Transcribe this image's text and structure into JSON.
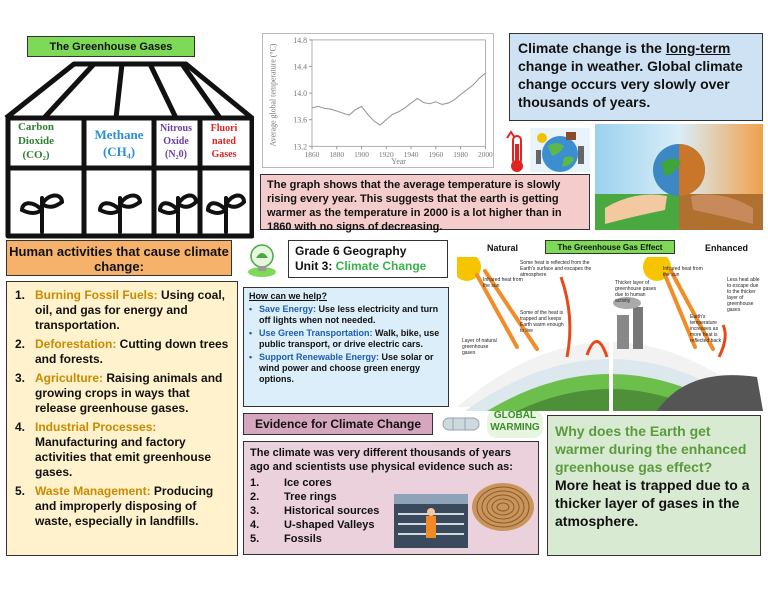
{
  "greenhouse": {
    "title": "The Greenhouse Gases",
    "gases": [
      {
        "name": "Carbon\nDioxide",
        "formula": "(CO₂)",
        "color": "#2f7d32"
      },
      {
        "name": "Methane",
        "formula": "(CH₄)",
        "color": "#2b8fd6"
      },
      {
        "name": "Nitrous\nOxide",
        "formula": "(N₂0)",
        "color": "#6a3fa0"
      },
      {
        "name": "Fluori\nnated\nGases",
        "formula": "",
        "color": "#e02424"
      }
    ]
  },
  "chart_data": {
    "type": "line",
    "ylabel": "Average global temperature (°C)",
    "xlabel": "Year",
    "xlim": [
      1860,
      2000
    ],
    "ylim": [
      13.2,
      14.8
    ],
    "x_ticks": [
      1860,
      1880,
      1900,
      1920,
      1940,
      1960,
      1980,
      2000
    ],
    "y_ticks": [
      "13.2",
      "13.6",
      "14.0",
      "14.4",
      "14.8"
    ],
    "x": [
      1860,
      1865,
      1870,
      1875,
      1880,
      1885,
      1890,
      1895,
      1900,
      1905,
      1910,
      1915,
      1920,
      1925,
      1930,
      1935,
      1940,
      1945,
      1950,
      1955,
      1960,
      1965,
      1970,
      1975,
      1980,
      1985,
      1990,
      1995,
      2000
    ],
    "y": [
      13.78,
      13.8,
      13.77,
      13.76,
      13.73,
      13.7,
      13.67,
      13.75,
      13.8,
      13.68,
      13.58,
      13.52,
      13.6,
      13.68,
      13.72,
      13.78,
      13.85,
      13.92,
      13.86,
      13.84,
      13.87,
      13.83,
      13.85,
      13.9,
      13.98,
      14.05,
      14.12,
      14.22,
      14.3
    ],
    "grid": false
  },
  "definition": {
    "part1": "Climate change is the ",
    "underlined": "long-term",
    "part2": " change in weather. Global climate change occurs very slowly over thousands of years."
  },
  "graph_note": "The graph shows that the average temperature is slowly rising every year. This suggests that the earth is getting warmer as the temperature in 2000 is a lot higher than in 1860 with no signs of decreasing.",
  "human": {
    "title": "Human activities that cause climate change:",
    "items": [
      {
        "num": "1.",
        "heading": "Burning Fossil Fuels:",
        "text": " Using coal, oil, and gas for energy and transportation."
      },
      {
        "num": "2.",
        "heading": "Deforestation:",
        "text": " Cutting down trees and forests."
      },
      {
        "num": "3.",
        "heading": "Agriculture:",
        "text": " Raising animals and growing crops in ways that release greenhouse gases."
      },
      {
        "num": "4.",
        "heading": "Industrial Processes:",
        "text": " Manufacturing and factory activities that emit greenhouse gases."
      },
      {
        "num": "5.",
        "heading": "Waste Management:",
        "text": " Producing and improperly disposing of waste, especially in landfills."
      }
    ]
  },
  "unit": {
    "grade": "Grade 6 Geography",
    "unit_prefix": "Unit 3: ",
    "unit_name": "Climate Change"
  },
  "help": {
    "question": "How can we help?",
    "items": [
      {
        "heading": "Save Energy:",
        "text": " Use less electricity and turn off lights when not needed."
      },
      {
        "heading": "Use Green Transportation:",
        "text": " Walk, bike, use public transport, or drive electric cars."
      },
      {
        "heading": "Support Renewable Energy:",
        "text": " Use solar or wind power and choose green energy options."
      }
    ]
  },
  "evidence": {
    "title": "Evidence for Climate Change",
    "intro": "The climate was very different thousands of years ago and scientists use physical evidence such as:",
    "items": [
      {
        "num": "1.",
        "text": "Ice cores"
      },
      {
        "num": "2.",
        "text": "Tree rings"
      },
      {
        "num": "3.",
        "text": "Historical sources"
      },
      {
        "num": "4.",
        "text": "U-shaped Valleys"
      },
      {
        "num": "5.",
        "text": "Fossils"
      }
    ]
  },
  "logo_text": "GLOBAL WARMING",
  "why": {
    "question": "Why does the Earth get warmer during the enhanced greenhouse gas effect?",
    "answer": "More heat is trapped due to a thicker layer of gases in the atmosphere."
  },
  "effect": {
    "title": "The Greenhouse Gas Effect",
    "natural_label": "Natural",
    "enhanced_label": "Enhanced",
    "annotations": {
      "n1": "Infrared heat from the sun",
      "n2": "Some heat is reflected from the Earth's surface and escapes the atmosphere",
      "n3": "Some of the heat is trapped and keeps Earth warm enough to live",
      "n4": "Layer of natural greenhouse gases",
      "e1": "Infrared heat from the sun",
      "e2": "Thicker layer of greenhouse gases due to human activity",
      "e3": "Less heat able to escape due to the thicker layer of greenhouse gases",
      "e4": "Earth's temperature increases as more heat is reflected back"
    }
  }
}
